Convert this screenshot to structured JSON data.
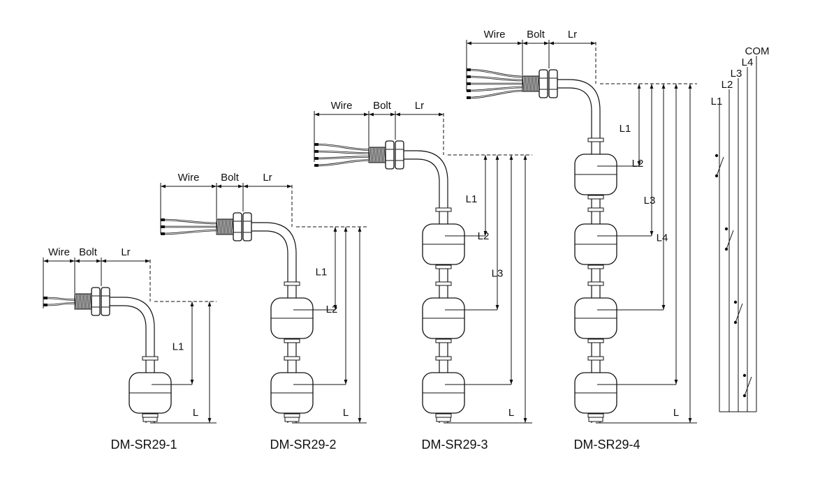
{
  "colors": {
    "ink": "#111111",
    "bg": "#ffffff"
  },
  "labels": {
    "wire": "Wire",
    "bolt": "Bolt",
    "lr": "Lr",
    "L": "L",
    "L1": "L1",
    "L2": "L2",
    "L3": "L3",
    "L4": "L4",
    "com": "COM"
  },
  "models": [
    {
      "name": "DM-SR29-1",
      "floats": 1
    },
    {
      "name": "DM-SR29-2",
      "floats": 2
    },
    {
      "name": "DM-SR29-3",
      "floats": 3
    },
    {
      "name": "DM-SR29-4",
      "floats": 4
    }
  ],
  "wiring_diagram": {
    "terminals": [
      "COM",
      "L4",
      "L3",
      "L2",
      "L1"
    ]
  }
}
